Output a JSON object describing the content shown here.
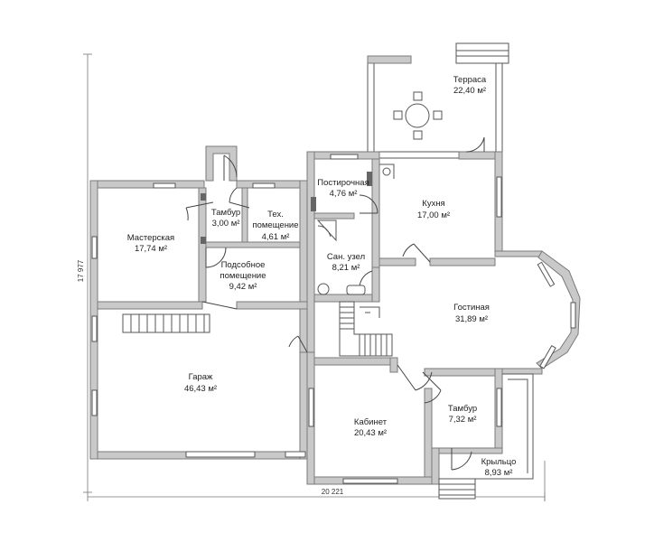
{
  "rooms": {
    "terrace": {
      "name": "Терраса",
      "area": "22,40 м²"
    },
    "pantry": {
      "name": "Постирочная",
      "area": "4,76 м²"
    },
    "kitchen": {
      "name": "Кухня",
      "area": "17,00 м²"
    },
    "workshop": {
      "name": "Мастерская",
      "area": "17,74 м²"
    },
    "vestibule1": {
      "name": "Тамбур",
      "area": "3,00 м²"
    },
    "tech": {
      "name1": "Тех.",
      "name2": "помещение",
      "area": "4,61 м²"
    },
    "bath": {
      "name": "Сан. узел",
      "area": "8,21 м²"
    },
    "utility": {
      "name1": "Подсобное",
      "name2": "помещение",
      "area": "9,42 м²"
    },
    "living": {
      "name": "Гостиная",
      "area": "31,89 м²"
    },
    "garage": {
      "name": "Гараж",
      "area": "46,43 м²"
    },
    "study": {
      "name": "Кабинет",
      "area": "20,43 м²"
    },
    "vestibule2": {
      "name": "Тамбур",
      "area": "7,32 м²"
    },
    "porch": {
      "name": "Крыльцо",
      "area": "8,93 м²"
    }
  },
  "dimensions": {
    "total_width": "20 221",
    "total_height": "17 977"
  }
}
